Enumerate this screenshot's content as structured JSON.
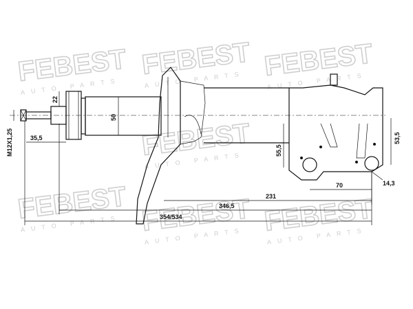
{
  "watermark": {
    "brand": "FEBEST",
    "tagline": "AUTO PARTS"
  },
  "dimensions": {
    "thread": "M12X1,25",
    "d22": "22",
    "d35_5": "35,5",
    "d50": "50",
    "d55_5": "55,5",
    "d53_5": "53,5",
    "d70": "70",
    "d14_3": "14,3",
    "d231": "231",
    "d346_5": "346,5",
    "d354_534": "354/534"
  }
}
